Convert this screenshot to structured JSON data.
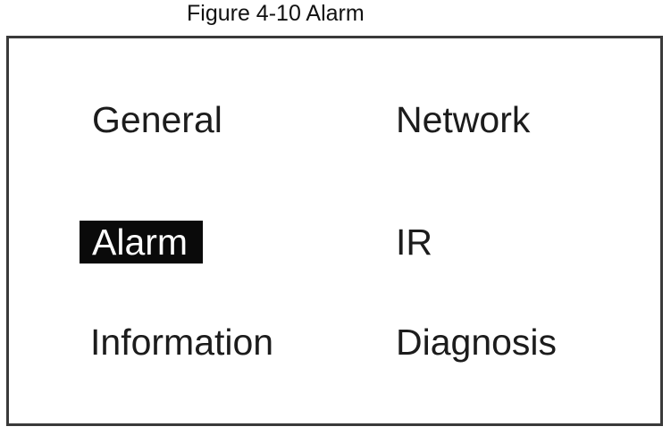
{
  "figure": {
    "caption": "Figure 4-10 Alarm"
  },
  "menu": {
    "items": [
      {
        "label": "General",
        "selected": false
      },
      {
        "label": "Network",
        "selected": false
      },
      {
        "label": "Alarm",
        "selected": true
      },
      {
        "label": "IR",
        "selected": false
      },
      {
        "label": "Information",
        "selected": false
      },
      {
        "label": "Diagnosis",
        "selected": false
      }
    ]
  },
  "colors": {
    "background": "#ffffff",
    "text": "#1c1c1c",
    "screen_border": "#3a3a3a",
    "highlight_bg": "#0a0a0a",
    "highlight_text": "#ffffff"
  }
}
